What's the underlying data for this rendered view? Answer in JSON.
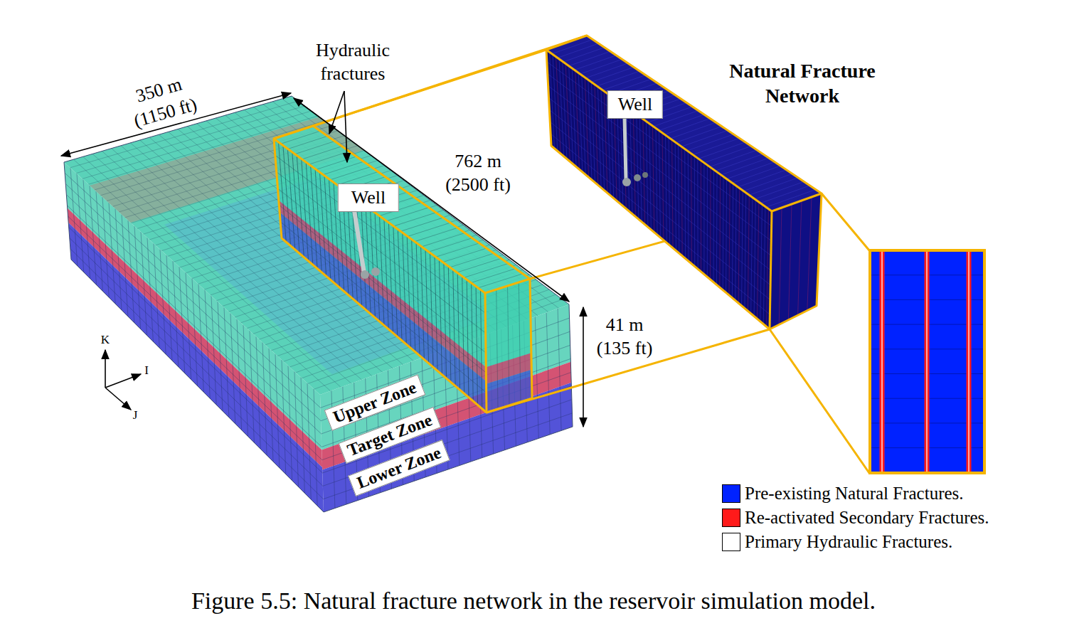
{
  "diagram": {
    "caption": "Figure 5.5: Natural fracture network in the reservoir simulation model.",
    "nodes": [
      {
        "text": [
          "Well"
        ]
      },
      {
        "text": [
          "Well"
        ]
      },
      {
        "text": [
          "Upper Zone"
        ]
      },
      {
        "text": [
          "Target Zone"
        ]
      },
      {
        "text": [
          "Lower Zone"
        ]
      }
    ],
    "labels": [
      "350 m (1150 ft)",
      "Hydraulic fractures",
      "762 m (2500 ft)",
      "41 m (135 ft)",
      "Natural Fracture Network",
      "K",
      "I",
      "J"
    ],
    "legend": [
      {
        "text": "Pre-existing Natural Fractures.",
        "color": "#0022ff"
      },
      {
        "text": "Re-activated Secondary Fractures.",
        "color": "#ff1a1a"
      },
      {
        "text": "Primary Hydraulic Fractures.",
        "color": "#ffffff"
      }
    ]
  }
}
